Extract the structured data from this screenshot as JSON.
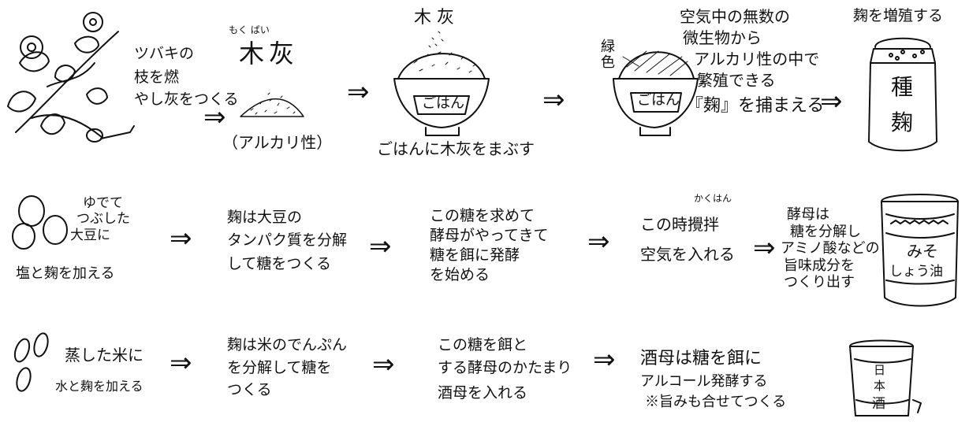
{
  "row1": {
    "camellia_text": [
      "ツバキの",
      "枝を燃",
      "やし灰をつくる"
    ],
    "wood_ash_ruby": "もく ばい",
    "wood_ash": "木灰",
    "alkaline": "（アルカリ性）",
    "rice_top_label": "木 灰",
    "rice_label": "ごはん",
    "rice_caption": "ごはんに木灰をまぶす",
    "green_label": "緑色",
    "rice_label2": "ごはん",
    "microbe_text": [
      "空気中の無数の",
      "微生物から",
      "アルカリ性の中で",
      "繁殖できる",
      "『麹』を捕まえる"
    ],
    "jar_title": "麹を増殖する",
    "jar_label": [
      "種",
      "麹"
    ]
  },
  "row2": {
    "beans_text": [
      "ゆでて",
      "つぶした",
      "大豆に",
      "塩と麹を加える"
    ],
    "step2": [
      "麹は大豆の",
      "タンパク質を分解",
      "して糖をつくる"
    ],
    "step3": [
      "この糖を求めて",
      "酵母がやってきて",
      "糖を餌に発酵",
      "を始める"
    ],
    "stir_ruby": "かくはん",
    "step4": [
      "この時攪拌",
      "空気を入れる"
    ],
    "step5": [
      "酵母は",
      "糖を分解し",
      "アミノ酸などの",
      "旨味成分を",
      "つくり出す"
    ],
    "jar_label": [
      "みそ",
      "しょう油"
    ]
  },
  "row3": {
    "rice_text": [
      "蒸した米に",
      "水と麹を加える"
    ],
    "step2": [
      "麹は米のでんぷん",
      "を分解して糖を",
      "つくる"
    ],
    "step3": [
      "この糖を餌と",
      "する酵母のかたまり",
      "酒母を入れる"
    ],
    "step4": [
      "酒母は糖を餌に",
      "アルコール発酵する",
      "※旨みも合せてつくる"
    ],
    "cup_label": [
      "日",
      "本",
      "酒"
    ]
  }
}
